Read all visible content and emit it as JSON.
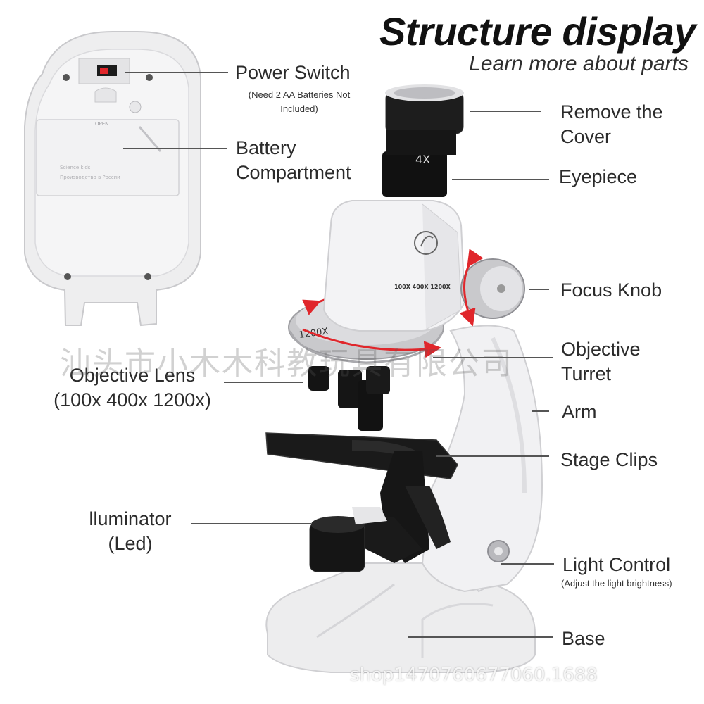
{
  "header": {
    "title": "Structure display",
    "subtitle": "Learn more about parts"
  },
  "labels": {
    "power_switch": "Power Switch",
    "power_switch_note_1": "(Need 2 AA Batteries Not",
    "power_switch_note_2": "Included)",
    "battery_1": "Battery",
    "battery_2": "Compartment",
    "remove_cover_1": "Remove the",
    "remove_cover_2": "Cover",
    "eyepiece": "Eyepiece",
    "focus_knob": "Focus Knob",
    "objective_turret_1": "Objective",
    "objective_turret_2": "Turret",
    "objective_lens_1": "Objective Lens",
    "objective_lens_2": "(100x 400x 1200x)",
    "arm": "Arm",
    "stage_clips": "Stage Clips",
    "illuminator_1": "lluminator",
    "illuminator_2": "(Led)",
    "light_control": "Light Control",
    "light_control_note": "(Adjust the light brightness)",
    "base": "Base"
  },
  "product_text": {
    "eyepiece_mark": "4X",
    "magnifications": "100X  400X  1200X",
    "turret_mark": "1200X"
  },
  "watermarks": {
    "company": "汕头市小木木科教玩具有限公司",
    "shop": "shop1470760677060.1688"
  },
  "colors": {
    "accent_arrow": "#e0262b",
    "body_white": "#f2f2f4",
    "black_parts": "#151515"
  }
}
